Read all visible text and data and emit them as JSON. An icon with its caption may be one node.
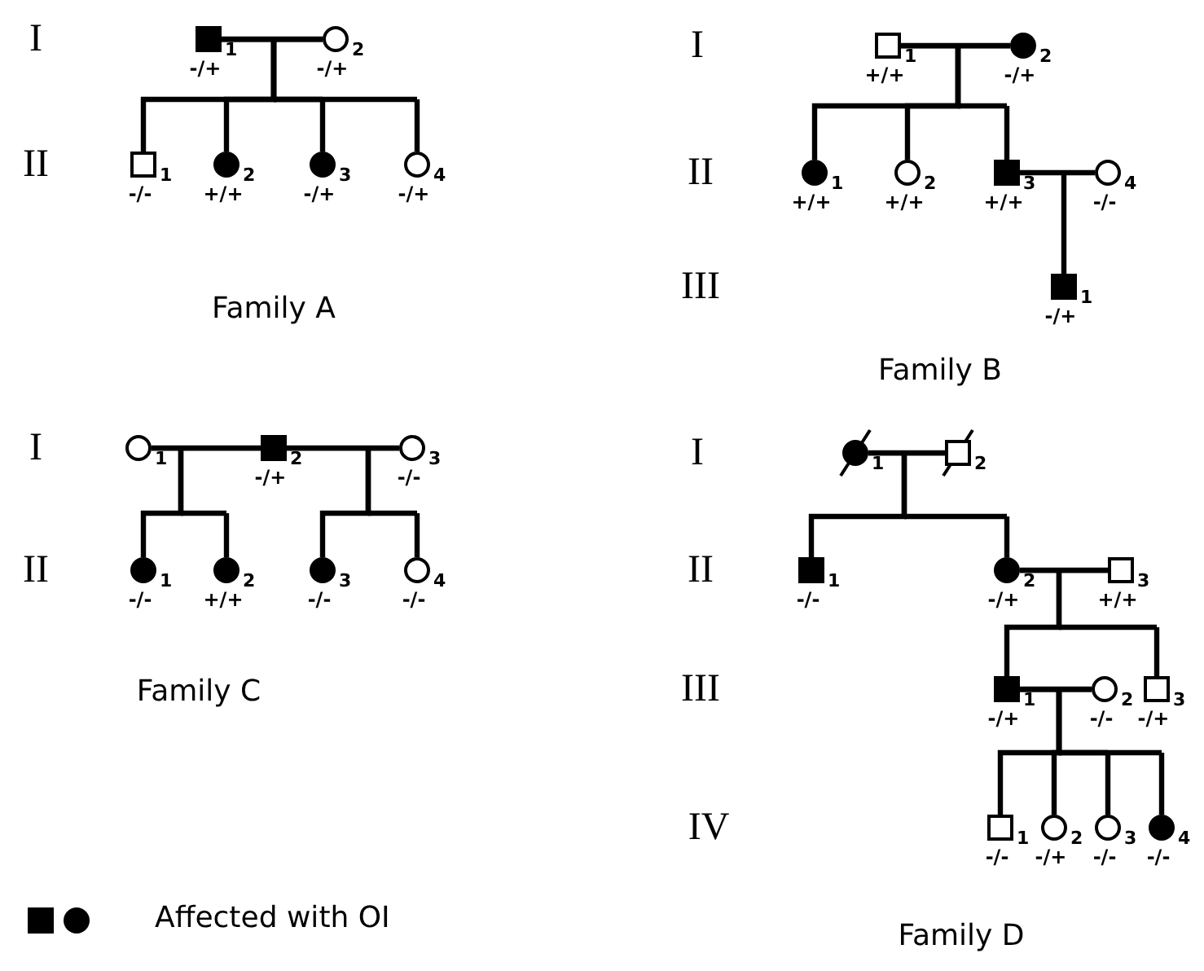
{
  "diagram": {
    "nodes": [
      {
        "text": [],
        "shape": "box",
        "beside": [
          "1",
          "-/+"
        ]
      },
      {
        "text": [],
        "shape": "circle",
        "beside": [
          "2",
          "-/+"
        ]
      },
      {
        "text": [],
        "shape": "box",
        "beside": [
          "1",
          "-/-"
        ]
      },
      {
        "text": [],
        "shape": "circle",
        "beside": [
          "2",
          "+/+"
        ]
      },
      {
        "text": [],
        "shape": "circle",
        "beside": [
          "3",
          "-/+"
        ]
      },
      {
        "text": [],
        "shape": "circle",
        "beside": [
          "4",
          "-/+"
        ]
      },
      {
        "text": [],
        "shape": "box",
        "beside": [
          "1",
          "+/+"
        ]
      },
      {
        "text": [],
        "shape": "circle",
        "beside": [
          "2",
          "-/+"
        ]
      },
      {
        "text": [],
        "shape": "circle",
        "beside": [
          "1",
          "+/+"
        ]
      },
      {
        "text": [],
        "shape": "circle",
        "beside": [
          "2",
          "+/+"
        ]
      },
      {
        "text": [],
        "shape": "box",
        "beside": [
          "3",
          "+/+"
        ]
      },
      {
        "text": [],
        "shape": "circle",
        "beside": [
          "4",
          "-/-"
        ]
      },
      {
        "text": [],
        "shape": "box",
        "beside": [
          "1",
          "-/+"
        ]
      },
      {
        "text": [],
        "shape": "circle",
        "beside": [
          "1"
        ]
      },
      {
        "text": [],
        "shape": "box",
        "beside": [
          "2",
          "-/+"
        ]
      },
      {
        "text": [],
        "shape": "circle",
        "beside": [
          "3",
          "-/-"
        ]
      },
      {
        "text": [],
        "shape": "circle",
        "beside": [
          "1",
          "-/-"
        ]
      },
      {
        "text": [],
        "shape": "circle",
        "beside": [
          "2",
          "+/+"
        ]
      },
      {
        "text": [],
        "shape": "circle",
        "beside": [
          "3",
          "-/-"
        ]
      },
      {
        "text": [],
        "shape": "circle",
        "beside": [
          "4",
          "-/-"
        ]
      },
      {
        "text": [],
        "shape": "circle",
        "beside": [
          "1"
        ]
      },
      {
        "text": [],
        "shape": "box",
        "beside": [
          "2"
        ]
      },
      {
        "text": [],
        "shape": "box",
        "beside": [
          "1",
          "-/-"
        ]
      },
      {
        "text": [],
        "shape": "circle",
        "beside": [
          "2",
          "-/+"
        ]
      },
      {
        "text": [],
        "shape": "box",
        "beside": [
          "3",
          "+/+"
        ]
      },
      {
        "text": [],
        "shape": "box",
        "beside": [
          "1",
          "-/+"
        ]
      },
      {
        "text": [],
        "shape": "circle",
        "beside": [
          "2",
          "-/-"
        ]
      },
      {
        "text": [],
        "shape": "box",
        "beside": [
          "3",
          "-/+"
        ]
      },
      {
        "text": [],
        "shape": "box",
        "beside": [
          "1",
          "-/-"
        ]
      },
      {
        "text": [],
        "shape": "circle",
        "beside": [
          "2",
          "-/+"
        ]
      },
      {
        "text": [],
        "shape": "circle",
        "beside": [
          "3",
          "-/-"
        ]
      },
      {
        "text": [],
        "shape": "circle",
        "beside": [
          "4",
          "-/-"
        ]
      }
    ],
    "edges": [
      {
        "from": 0,
        "to": 1,
        "arrow": "none"
      },
      {
        "from": 0,
        "to": 2,
        "arrow": "none"
      },
      {
        "from": 0,
        "to": 3,
        "arrow": "none"
      },
      {
        "from": 0,
        "to": 4,
        "arrow": "none"
      },
      {
        "from": 0,
        "to": 5,
        "arrow": "none"
      },
      {
        "from": 1,
        "to": 2,
        "arrow": "none"
      },
      {
        "from": 1,
        "to": 3,
        "arrow": "none"
      },
      {
        "from": 1,
        "to": 4,
        "arrow": "none"
      },
      {
        "from": 1,
        "to": 5,
        "arrow": "none"
      },
      {
        "from": 6,
        "to": 7,
        "arrow": "none"
      },
      {
        "from": 6,
        "to": 8,
        "arrow": "none"
      },
      {
        "from": 6,
        "to": 9,
        "arrow": "none"
      },
      {
        "from": 6,
        "to": 10,
        "arrow": "none"
      },
      {
        "from": 7,
        "to": 8,
        "arrow": "none"
      },
      {
        "from": 7,
        "to": 9,
        "arrow": "none"
      },
      {
        "from": 7,
        "to": 10,
        "arrow": "none"
      },
      {
        "from": 10,
        "to": 11,
        "arrow": "none"
      },
      {
        "from": 10,
        "to": 12,
        "arrow": "none"
      },
      {
        "from": 11,
        "to": 12,
        "arrow": "none"
      },
      {
        "from": 13,
        "to": 14,
        "arrow": "none"
      },
      {
        "from": 14,
        "to": 15,
        "arrow": "none"
      },
      {
        "from": 13,
        "to": 16,
        "arrow": "none"
      },
      {
        "from": 13,
        "to": 17,
        "arrow": "none"
      },
      {
        "from": 14,
        "to": 16,
        "arrow": "none"
      },
      {
        "from": 14,
        "to": 17,
        "arrow": "none"
      },
      {
        "from": 14,
        "to": 18,
        "arrow": "none"
      },
      {
        "from": 14,
        "to": 19,
        "arrow": "none"
      },
      {
        "from": 15,
        "to": 18,
        "arrow": "none"
      },
      {
        "from": 15,
        "to": 19,
        "arrow": "none"
      },
      {
        "from": 20,
        "to": 21,
        "arrow": "none"
      },
      {
        "from": 20,
        "to": 22,
        "arrow": "none"
      },
      {
        "from": 20,
        "to": 23,
        "arrow": "none"
      },
      {
        "from": 21,
        "to": 22,
        "arrow": "none"
      },
      {
        "from": 21,
        "to": 23,
        "arrow": "none"
      },
      {
        "from": 23,
        "to": 24,
        "arrow": "none"
      },
      {
        "from": 23,
        "to": 25,
        "arrow": "none"
      },
      {
        "from": 23,
        "to": 27,
        "arrow": "none"
      },
      {
        "from": 24,
        "to": 25,
        "arrow": "none"
      },
      {
        "from": 24,
        "to": 27,
        "arrow": "none"
      },
      {
        "from": 25,
        "to": 26,
        "arrow": "none"
      },
      {
        "from": 25,
        "to": 28,
        "arrow": "none"
      },
      {
        "from": 25,
        "to": 29,
        "arrow": "none"
      },
      {
        "from": 25,
        "to": 30,
        "arrow": "none"
      },
      {
        "from": 25,
        "to": 31,
        "arrow": "none"
      },
      {
        "from": 26,
        "to": 28,
        "arrow": "none"
      },
      {
        "from": 26,
        "to": 29,
        "arrow": "none"
      },
      {
        "from": 26,
        "to": 30,
        "arrow": "none"
      },
      {
        "from": 26,
        "to": 31,
        "arrow": "none"
      }
    ],
    "labels": [
      "I",
      "II",
      "Family A",
      "I",
      "II",
      "III",
      "Family B",
      "I",
      "II",
      "Family C",
      "I",
      "II",
      "III",
      "IV",
      "Family D"
    ],
    "legend": [
      {
        "text": "Affected with OI"
      }
    ]
  }
}
